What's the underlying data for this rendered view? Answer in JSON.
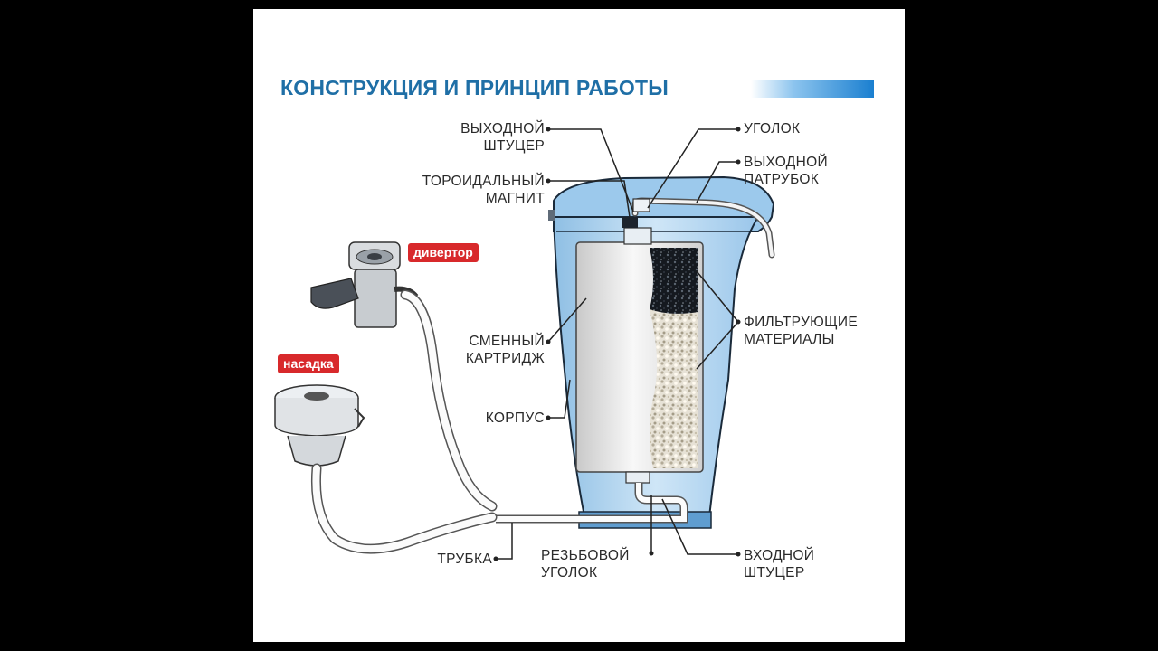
{
  "title": "КОНСТРУКЦИЯ И ПРИНЦИП РАБОТЫ",
  "colors": {
    "title": "#1f6fa6",
    "accent_bar": "#1a7fd0",
    "badge": "#d8292b",
    "housing": "#bcd9f0",
    "outline": "#1a2a3a"
  },
  "labels": {
    "outlet_fitting": [
      "ВЫХОДНОЙ",
      "ШТУЦЕР"
    ],
    "toroidal_magnet": [
      "ТОРОИДАЛЬНЫЙ",
      "МАГНИТ"
    ],
    "elbow": [
      "УГОЛОК"
    ],
    "outlet_spout": [
      "ВЫХОДНОЙ",
      "ПАТРУБОК"
    ],
    "filter_materials": [
      "ФИЛЬТРУЮЩИЕ",
      "МАТЕРИАЛЫ"
    ],
    "replaceable_cartridge": [
      "СМЕННЫЙ",
      "КАРТРИДЖ"
    ],
    "housing": [
      "КОРПУС"
    ],
    "tube": [
      "ТРУБКА"
    ],
    "threaded_elbow": [
      "РЕЗЬБОВОЙ",
      "УГОЛОК"
    ],
    "inlet_fitting": [
      "ВХОДНОЙ",
      "ШТУЦЕР"
    ]
  },
  "badges": {
    "diverter": "дивертор",
    "nozzle": "насадка"
  }
}
